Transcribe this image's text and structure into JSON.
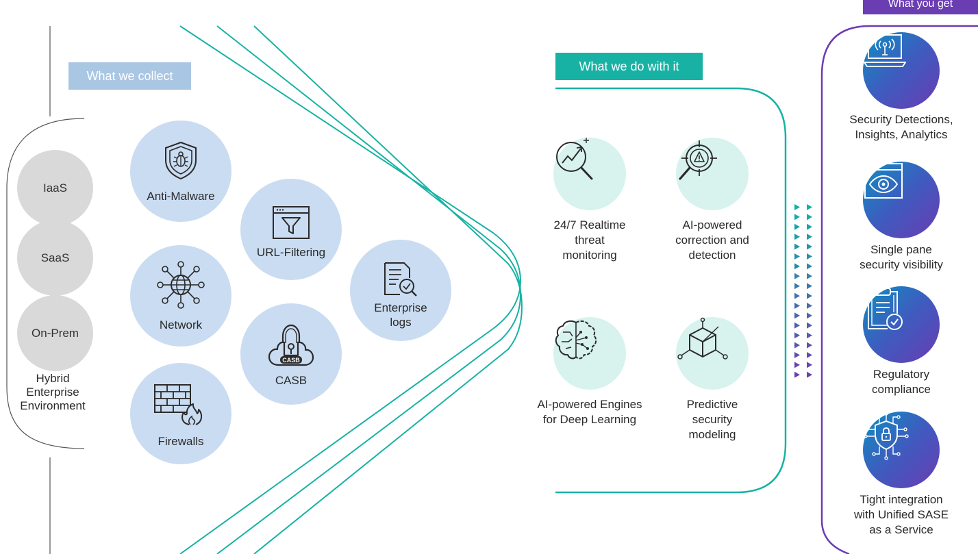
{
  "headline": "",
  "colors": {
    "collect": "#cadcf1",
    "collect_label": "#a9c6e3",
    "teal": "#18b2a4",
    "teal_light": "#d8f2ee",
    "purple": "#6b3db3",
    "gradient_start": "#0d8fc0",
    "gradient_end": "#6a3cb2",
    "env_grey": "#d9d9d9"
  },
  "environment": {
    "items": [
      "IaaS",
      "SaaS",
      "On-Prem"
    ],
    "caption": [
      "Hybrid",
      "Enterprise",
      "Environment"
    ]
  },
  "collect": {
    "label": "What we collect",
    "items": [
      {
        "label": [
          "Anti-Malware"
        ],
        "icon": "shield-bug-icon"
      },
      {
        "label": [
          "URL-Filtering"
        ],
        "icon": "funnel-window-icon"
      },
      {
        "label": [
          "Network"
        ],
        "icon": "globe-network-icon"
      },
      {
        "label": [
          "Enterprise",
          "logs"
        ],
        "icon": "log-check-icon"
      },
      {
        "label": [
          "CASB"
        ],
        "icon": "cloud-lock-icon",
        "badge": "CASB"
      },
      {
        "label": [
          "Firewalls"
        ],
        "icon": "firewall-icon"
      }
    ]
  },
  "process": {
    "label": "What we do with it",
    "items": [
      {
        "label": [
          "24/7 Realtime",
          "threat",
          "monitoring"
        ],
        "icon": "chart-magnifier-icon"
      },
      {
        "label": [
          "AI-powered",
          "correction and",
          "detection"
        ],
        "icon": "target-magnifier-icon"
      },
      {
        "label": [
          "AI-powered Engines",
          "for Deep Learning"
        ],
        "icon": "brain-gear-icon"
      },
      {
        "label": [
          "Predictive",
          "security",
          "modeling"
        ],
        "icon": "cube-nodes-icon"
      }
    ]
  },
  "outcomes": {
    "label": "What you get",
    "items": [
      {
        "label": [
          "Security Detections,",
          "Insights, Analytics"
        ],
        "icon": "laptop-signal-icon"
      },
      {
        "label": [
          "Single pane",
          "security visibility"
        ],
        "icon": "eye-window-icon"
      },
      {
        "label": [
          "Regulatory",
          "compliance"
        ],
        "icon": "clipboard-check-icon"
      },
      {
        "label": [
          "Tight integration",
          "with Unified SASE",
          "as a Service"
        ],
        "icon": "shield-lock-circuit-icon"
      }
    ]
  }
}
